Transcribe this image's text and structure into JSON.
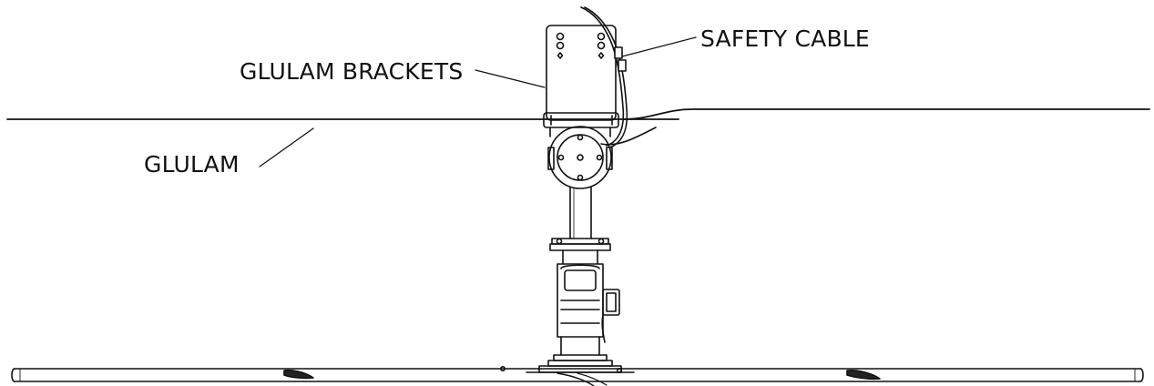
{
  "labels": {
    "safety_cable": "SAFETY CABLE",
    "glulam_brackets": "GLULAM BRACKETS",
    "glulam": "GLULAM"
  }
}
